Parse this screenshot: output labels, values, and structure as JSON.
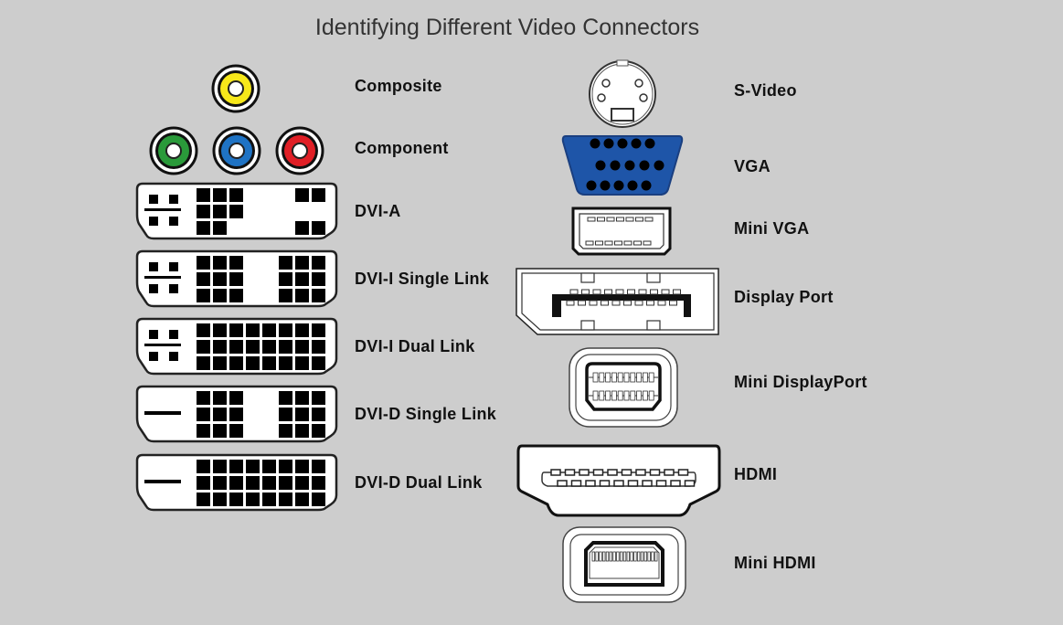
{
  "title": "Identifying Different Video Connectors",
  "colors": {
    "background": "#cdcdcd",
    "composite": "#f7e81a",
    "component_green": "#2a9a3a",
    "component_blue": "#1f73c4",
    "component_red": "#e01f26",
    "vga_blue": "#1e55a8"
  },
  "left_connectors": [
    {
      "name": "Composite",
      "icon": "rca-yellow-icon"
    },
    {
      "name": "Component",
      "icon": "rca-rgb-icon"
    },
    {
      "name": "DVI-A",
      "icon": "dvi-a-icon"
    },
    {
      "name": "DVI-I Single Link",
      "icon": "dvi-i-single-icon"
    },
    {
      "name": "DVI-I Dual Link",
      "icon": "dvi-i-dual-icon"
    },
    {
      "name": "DVI-D Single Link",
      "icon": "dvi-d-single-icon"
    },
    {
      "name": "DVI-D Dual Link",
      "icon": "dvi-d-dual-icon"
    }
  ],
  "right_connectors": [
    {
      "name": "S-Video",
      "icon": "s-video-icon"
    },
    {
      "name": "VGA",
      "icon": "vga-icon"
    },
    {
      "name": "Mini VGA",
      "icon": "mini-vga-icon"
    },
    {
      "name": "Display Port",
      "icon": "displayport-icon"
    },
    {
      "name": "Mini DisplayPort",
      "icon": "mini-displayport-icon"
    },
    {
      "name": "HDMI",
      "icon": "hdmi-icon"
    },
    {
      "name": "Mini  HDMI",
      "icon": "mini-hdmi-icon"
    }
  ]
}
